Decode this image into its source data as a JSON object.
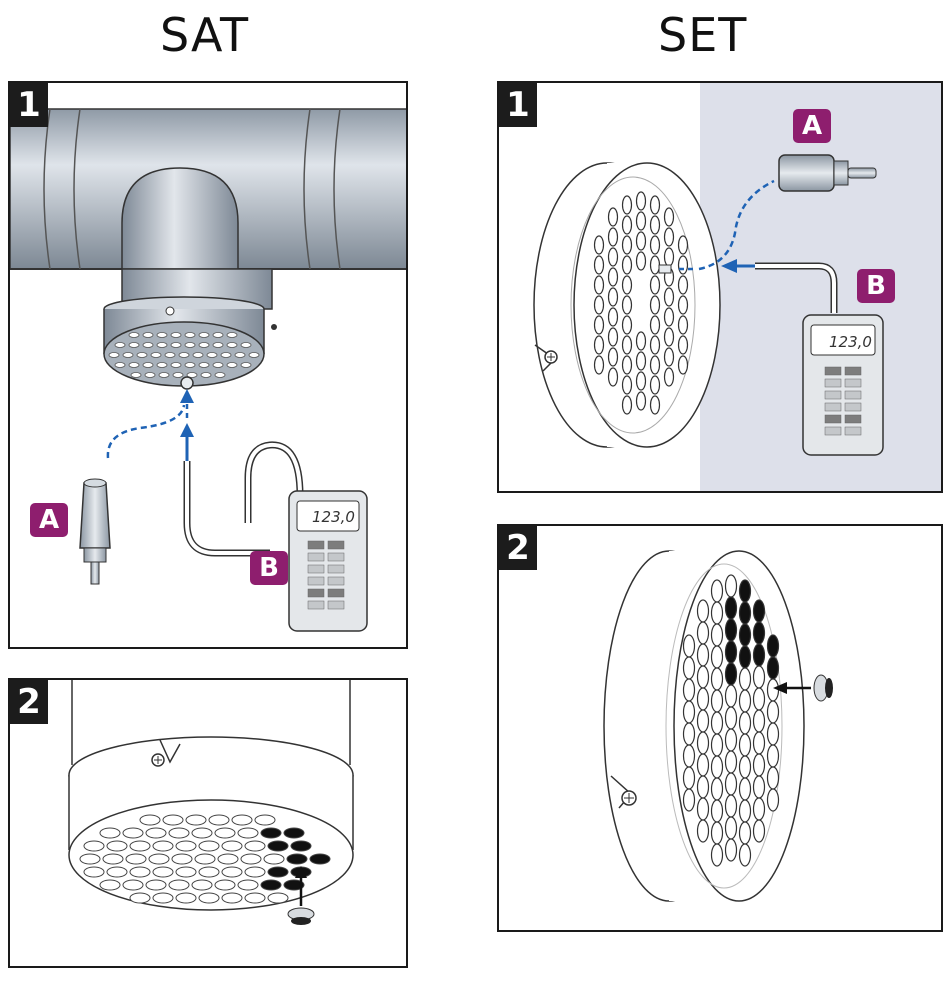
{
  "columns": {
    "left_title": "SAT",
    "right_title": "SET"
  },
  "panels": {
    "sat_1": {
      "step": "1",
      "label_a": "A",
      "label_b": "B",
      "display": "123,0"
    },
    "sat_2": {
      "step": "2"
    },
    "set_1": {
      "step": "1",
      "label_a": "A",
      "label_b": "B",
      "display": "123,0"
    },
    "set_2": {
      "step": "2"
    }
  },
  "colors": {
    "badge": "#8e1e6e",
    "arrow": "#1f63b5",
    "duct": "#b9c2cc",
    "background_tint": "#dde0ea"
  }
}
